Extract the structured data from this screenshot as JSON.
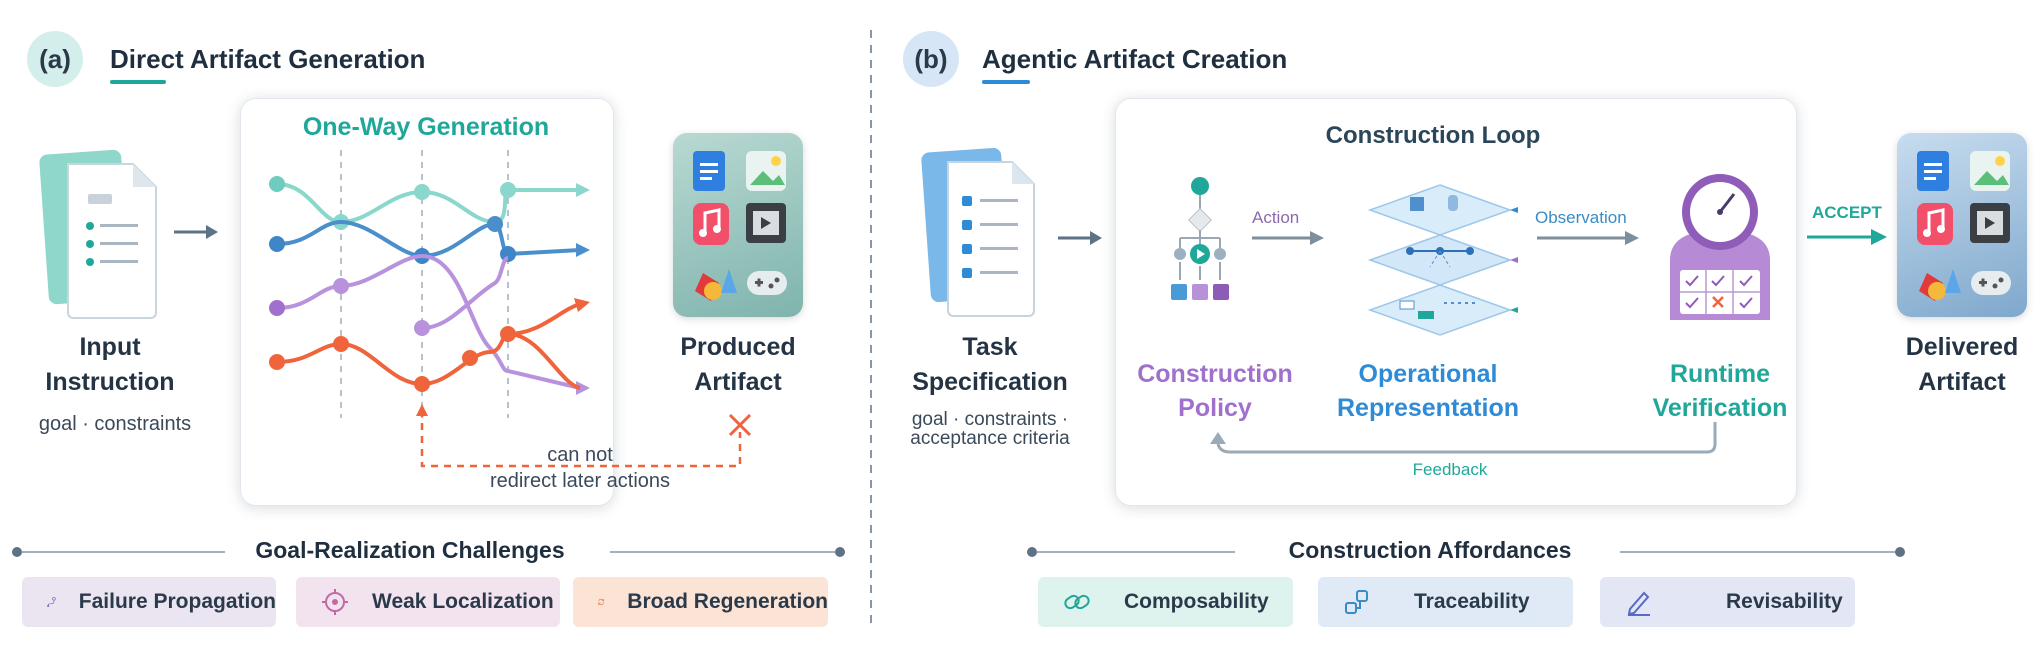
{
  "left": {
    "badge": "(a)",
    "title": "Direct Artifact Generation",
    "panel_title": "One-Way Generation",
    "input_label": "Input\nInstruction",
    "input_sub": "goal · constraints",
    "output_label": "Produced\nArtifact",
    "annotation": "can not\nredirect later actions",
    "bottom_title": "Goal-Realization Challenges",
    "chips": [
      {
        "label": "Failure Propagation",
        "icon": "branch-icon"
      },
      {
        "label": "Weak Localization",
        "icon": "target-icon"
      },
      {
        "label": "Broad Regeneration",
        "icon": "refresh-icon"
      }
    ]
  },
  "right": {
    "badge": "(b)",
    "title": "Agentic Artifact Creation",
    "panel_title": "Construction Loop",
    "input_label": "Task\nSpecification",
    "input_sub": "goal · constraints ·\nacceptance criteria",
    "policy_label": "Construction\nPolicy",
    "representation_label": "Operational\nRepresentation",
    "verification_label": "Runtime\nVerification",
    "action_label": "Action",
    "observation_label": "Observation",
    "feedback_label": "Feedback",
    "accept_label": "ACCEPT",
    "output_label": "Delivered\nArtifact",
    "bottom_title": "Construction Affordances",
    "chips": [
      {
        "label": "Composability",
        "icon": "link-icon"
      },
      {
        "label": "Traceability",
        "icon": "trace-icon"
      },
      {
        "label": "Revisability",
        "icon": "pencil-icon"
      }
    ]
  },
  "colors": {
    "teal": "#1fa89a",
    "blue": "#2f8bd6",
    "purple": "#a070cc",
    "orange": "#f0643c",
    "dark_text": "#243444"
  }
}
